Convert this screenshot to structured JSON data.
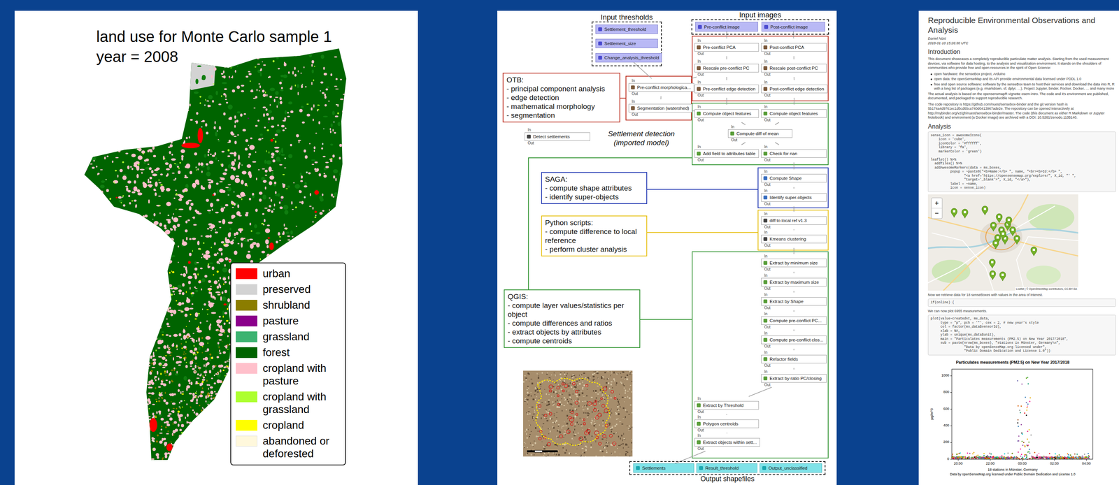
{
  "diagram": {
    "nodes": [
      {
        "text": [
          "Input thresholds"
        ]
      },
      {
        "text": [
          "Settlement_threshold"
        ],
        "in": 0
      },
      {
        "text": [
          "Settlement_size"
        ],
        "in": 0
      },
      {
        "text": [
          "Change_analysis_threshold"
        ],
        "in": 0
      },
      {
        "text": [
          "Input images"
        ]
      },
      {
        "text": [
          "Pre-conflict image"
        ],
        "in": 4
      },
      {
        "text": [
          "Post-conflict image"
        ],
        "in": 4
      },
      {
        "text": [
          "OTB:",
          "- principal component analysis",
          "- edge detection",
          "- mathematical morphology",
          "- segmentation"
        ]
      },
      {
        "text": [
          "Pre-conflict PCA",
          "In",
          "Out"
        ]
      },
      {
        "text": [
          "Post-conflict PCA",
          "In",
          "Out"
        ]
      },
      {
        "text": [
          "Rescale pre-conflict PC",
          "In",
          "Out"
        ]
      },
      {
        "text": [
          "Rescale post-conflict PC",
          "In",
          "Out"
        ]
      },
      {
        "text": [
          "Pre-conflict morphologica...",
          "In",
          "Out"
        ]
      },
      {
        "text": [
          "Pre-conflict edge detection",
          "In",
          "Out"
        ]
      },
      {
        "text": [
          "Post-conflict edge detection",
          "In",
          "Out"
        ]
      },
      {
        "text": [
          "Segmentation (watershed)",
          "In",
          "Out"
        ]
      },
      {
        "text": [
          "Detect settlements",
          "In",
          "Out"
        ]
      },
      {
        "text": [
          "Compute object features",
          "In",
          "Out"
        ]
      },
      {
        "text": [
          "Compute object features",
          "In",
          "Out"
        ]
      },
      {
        "text": [
          "Compute diff of mean",
          "In",
          "Out"
        ]
      },
      {
        "text": [
          "Add field to attributes table",
          "In",
          "Out"
        ]
      },
      {
        "text": [
          "Check for nan",
          "In",
          "Out"
        ]
      },
      {
        "text": [
          "SAGA:",
          "- compute shape attributes",
          "- identify super-objects"
        ]
      },
      {
        "text": [
          "Compute Shape",
          "In",
          "Out"
        ]
      },
      {
        "text": [
          "Identify super-objects",
          "In",
          "Out"
        ]
      },
      {
        "text": [
          "Python scripts:",
          "- compute difference to local reference",
          "- perform cluster analysis"
        ]
      },
      {
        "text": [
          "diff to local ref v1.3",
          "In",
          "Out"
        ]
      },
      {
        "text": [
          "Kmeans clustering",
          "In",
          "Out"
        ]
      },
      {
        "text": [
          "QGIS:",
          "- compute layer values/statistics per object",
          "- compute differences and ratios",
          "- extract objects by attributes",
          "- compute centroids"
        ]
      },
      {
        "text": [
          "Extract by minimum size",
          "In",
          "Out"
        ]
      },
      {
        "text": [
          "Extract by maximum size",
          "In",
          "Out"
        ]
      },
      {
        "text": [
          "Extract by Shape",
          "In",
          "Out"
        ]
      },
      {
        "text": [
          "Compute pre-conflict PC...",
          "In",
          "Out"
        ]
      },
      {
        "text": [
          "Compute pre-conflict clos...",
          "In",
          "Out"
        ]
      },
      {
        "text": [
          "Refactor fields",
          "In",
          "Out"
        ]
      },
      {
        "text": [
          "Extract by ratio PC/closing",
          "In",
          "Out"
        ]
      },
      {
        "text": [
          "Extract by Threshold",
          "In",
          "Out"
        ]
      },
      {
        "text": [
          "Polygon centroids",
          "In",
          "Out"
        ]
      },
      {
        "text": [
          "Extract objects within sett...",
          "In",
          "Out"
        ]
      },
      {
        "text": [
          "Output shapefiles"
        ]
      },
      {
        "text": [
          "Settlements"
        ],
        "in": 39
      },
      {
        "text": [
          "Result_threshold"
        ],
        "in": 39
      },
      {
        "text": [
          "Output_unclassified"
        ],
        "in": 39
      }
    ],
    "edges": [
      {
        "from": 5,
        "to": 8,
        "arrow": "none"
      },
      {
        "from": 6,
        "to": 9,
        "arrow": "none"
      },
      {
        "from": 8,
        "to": 10,
        "arrow": "none"
      },
      {
        "from": 9,
        "to": 11,
        "arrow": "none"
      },
      {
        "from": 10,
        "to": 13,
        "arrow": "none"
      },
      {
        "from": 11,
        "to": 14,
        "arrow": "none"
      },
      {
        "from": 10,
        "to": 12,
        "arrow": "none"
      },
      {
        "from": 3,
        "to": 12,
        "arrow": "none"
      },
      {
        "from": 12,
        "to": 15,
        "arrow": "none"
      },
      {
        "from": 13,
        "to": 17,
        "arrow": "none"
      },
      {
        "from": 14,
        "to": 18,
        "arrow": "none"
      },
      {
        "from": 15,
        "to": 17,
        "arrow": "none"
      },
      {
        "from": 17,
        "to": 19,
        "arrow": "none"
      },
      {
        "from": 18,
        "to": 19,
        "arrow": "none"
      },
      {
        "from": 19,
        "to": 20,
        "arrow": "none"
      },
      {
        "from": 19,
        "to": 21,
        "arrow": "none"
      },
      {
        "from": 21,
        "to": 23,
        "arrow": "none"
      },
      {
        "from": 23,
        "to": 24,
        "arrow": "none"
      },
      {
        "from": 24,
        "to": 26,
        "arrow": "none"
      },
      {
        "from": 26,
        "to": 27,
        "arrow": "none"
      },
      {
        "from": 27,
        "to": 29,
        "arrow": "none"
      },
      {
        "from": 29,
        "to": 30,
        "arrow": "none"
      },
      {
        "from": 30,
        "to": 31,
        "arrow": "none"
      },
      {
        "from": 31,
        "to": 32,
        "arrow": "none"
      },
      {
        "from": 32,
        "to": 33,
        "arrow": "none"
      },
      {
        "from": 33,
        "to": 34,
        "arrow": "none"
      },
      {
        "from": 34,
        "to": 35,
        "arrow": "none"
      },
      {
        "from": 35,
        "to": 36,
        "arrow": "none"
      },
      {
        "from": 36,
        "to": 37,
        "arrow": "none"
      },
      {
        "from": 37,
        "to": 38,
        "arrow": "none"
      },
      {
        "from": 38,
        "to": 40,
        "arrow": "none"
      }
    ],
    "labels": [
      "land use for Monte Carlo sample 1",
      "year = 2008",
      "Settlement detection (imported model)",
      "Reproducible Environmental Observations and Analysis",
      "Daniel Nüst",
      "2018-01-10 15:26:30 UTC",
      "Introduction",
      "This document showcases a completely reproducible particulate matter analysis. Starting from the used measurement devices, via software for data hosting, to the analysis and visualization environment. It stands on the shoulders of communities who provide free and open resources in the spirit of Open Science:",
      "open hardware: the senseBox project, Arduino",
      "open data: the openSenseMap and its API provide environmental data licensed under PDDL 1.0",
      "free and open source software: software by the senseBox team to host their services and download the data into R, R with a long list of packages (e.g. rmarkdown, sf, dplyr, …), Project Jupyter, binder, Rocker, Docker, … and many more",
      "The actual analysis is based on the opensensmapR vignette osem-intro. The code and it's environment are published, documented, and packaged to support reproducible research.",
      "The code repository is https://github.com/nuest/sensebox-binder and the git version hash is 5b174a4d9761ec1d5cd65ca740d0413967ade2e. The repository can be opened interactively at http://mybinder.org/v2/gh/nuest/sensebox-binder/master. The code (this document as either R Markdown or Jupyter Notebook) and environment (a Docker image) are archived with a DOI: 10.5281/zenodo.1135140.",
      "Analysis",
      "sense_icon = awesomeIcons(",
      "    icon = 'cube',",
      "    iconColor = '#ffffff',",
      "    library = 'fa',",
      "    markerColor = 'green')",
      "leaflet() %>%",
      "  addTiles() %>%",
      "  addAwesomeMarkers(data = ms_boxes,",
      "          popup = ~paste0(\"<b>Name:</b> \", name, \"<br><b>Id:</b> \",",
      "                 \"<a href='https://opensensemap.org/explore/\", X_id, \"' \",",
      "                 \"target='_blank'>\", X_id, \"</a>\"),",
      "          label = ~name,",
      "          icon = sense_icon)",
      "+",
      "−",
      "Leaflet | © OpenStreetMap contributors, CC-BY-SA",
      "Now we retrieve data for 18 senseBoxes with values in the area of interest.",
      "if(online) {",
      "We can now plot 6955 measurements.",
      "plot(value~createdAt, ms_data,",
      "     type = \"p\", pch = '*', cex = 2, # new year's style",
      "     col = factor(ms_data$sensorId),",
      "     xlab = NA,",
      "     ylab = unique(ms_data$unit),",
      "     main = \"Particulates measurements (PM2.5) on New Year 2017/2018\",",
      "     sub = paste(nrow(ms_boxes), \"stations in Münster, Germany\\n\",",
      "                 \"Data by openSenseMap.org licensed under\",",
      "                 \"Public Domain Dedication and License 1.0\"))",
      "Particulates measurements (PM2.5) on New Year 2017/2018",
      "µg/m^3",
      "0",
      "200",
      "400",
      "600",
      "800",
      "1000",
      "20:00",
      "22:00",
      "00:00",
      "02:00",
      "04:00",
      "18 stations in Münster, Germany",
      "Data by openSenseMap.org licensed under Public Domain Dedication and License 1.0"
    ],
    "legend": [
      {
        "text": "urban",
        "color": "#ff0000"
      },
      {
        "text": "preserved",
        "color": "#d3d3d3"
      },
      {
        "text": "shrubland",
        "color": "#8b7d00"
      },
      {
        "text": "pasture",
        "color": "#8b008b"
      },
      {
        "text": "grassland",
        "color": "#3cb371"
      },
      {
        "text": "forest",
        "color": "#006400"
      },
      {
        "text": "cropland with pasture",
        "color": "#ffc0cb"
      },
      {
        "text": "cropland with grassland",
        "color": "#adff2f"
      },
      {
        "text": "cropland",
        "color": "#ffff00"
      },
      {
        "text": "abandoned or deforested",
        "color": "#fff8dc"
      }
    ]
  }
}
